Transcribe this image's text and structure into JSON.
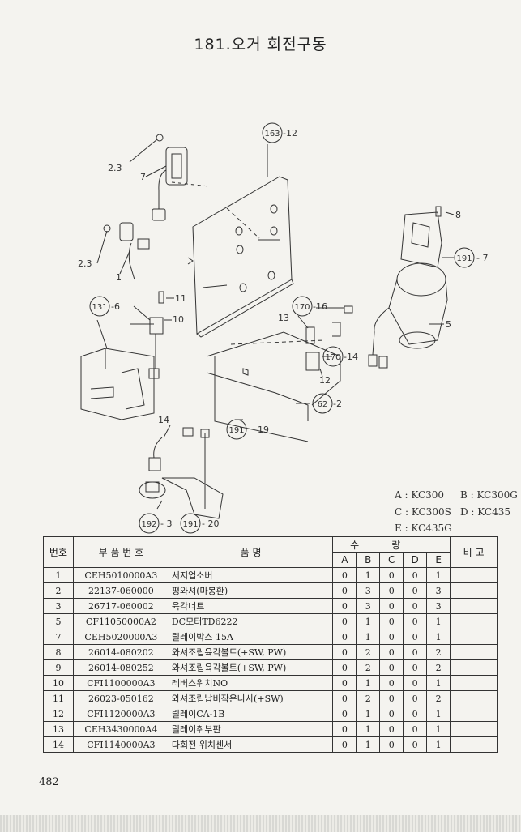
{
  "title": "181.오거 회전구동",
  "callouts": {
    "c1": "2.3",
    "c2": "7",
    "c3": "2.3",
    "c4": "1",
    "c5_circle": "163",
    "c5_suffix": "-12",
    "c6": "8",
    "c7_circle": "191",
    "c7_suffix": "- 7",
    "c8_circle": "131",
    "c8_suffix": "-6",
    "c9": "11",
    "c10": "10",
    "c11_circle": "170",
    "c11_suffix": "-16",
    "c12": "13",
    "c13_circle": "170",
    "c13_suffix": "-14",
    "c14": "12",
    "c15": "5",
    "c16_circle": "62",
    "c16_suffix": "-2",
    "c17": "14",
    "c18_circle": "191",
    "c18_suffix": "19",
    "c19_circle": "192",
    "c19_suffix": "- 3",
    "c20_circle": "191",
    "c20_suffix": "- 20"
  },
  "legend": {
    "a": "A : KC300",
    "b": "B : KC300G",
    "c": "C : KC300S",
    "d": "D : KC435",
    "e": "E : KC435G"
  },
  "table": {
    "headers": {
      "no": "번호",
      "part_no": "부 품 번 호",
      "name": "품 명",
      "qty_1": "수",
      "qty_2": "량",
      "remark": "비 고"
    },
    "qty_cols": [
      "A",
      "B",
      "C",
      "D",
      "E"
    ],
    "rows": [
      {
        "no": "1",
        "part": "CEH5010000A3",
        "name": "서지업소버",
        "a": "0",
        "b": "1",
        "c": "0",
        "d": "0",
        "e": "1"
      },
      {
        "no": "2",
        "part": "22137-060000",
        "name": "평와셔(마봉환)",
        "a": "0",
        "b": "3",
        "c": "0",
        "d": "0",
        "e": "3"
      },
      {
        "no": "3",
        "part": "26717-060002",
        "name": "육각너트",
        "a": "0",
        "b": "3",
        "c": "0",
        "d": "0",
        "e": "3"
      },
      {
        "no": "5",
        "part": "CF11050000A2",
        "name": "DC모터TD6222",
        "a": "0",
        "b": "1",
        "c": "0",
        "d": "0",
        "e": "1"
      },
      {
        "no": "7",
        "part": "CEH5020000A3",
        "name": "릴레이박스 15A",
        "a": "0",
        "b": "1",
        "c": "0",
        "d": "0",
        "e": "1"
      },
      {
        "no": "8",
        "part": "26014-080202",
        "name": "와셔조립육각볼트(+SW, PW)",
        "a": "0",
        "b": "2",
        "c": "0",
        "d": "0",
        "e": "2"
      },
      {
        "no": "9",
        "part": "26014-080252",
        "name": "와셔조립육각볼트(+SW, PW)",
        "a": "0",
        "b": "2",
        "c": "0",
        "d": "0",
        "e": "2"
      },
      {
        "no": "10",
        "part": "CFI1100000A3",
        "name": "레버스위치NO",
        "a": "0",
        "b": "1",
        "c": "0",
        "d": "0",
        "e": "1"
      },
      {
        "no": "11",
        "part": "26023-050162",
        "name": "와셔조립납비작은나사(+SW)",
        "a": "0",
        "b": "2",
        "c": "0",
        "d": "0",
        "e": "2"
      },
      {
        "no": "12",
        "part": "CFI1120000A3",
        "name": "릴레이CA-1B",
        "a": "0",
        "b": "1",
        "c": "0",
        "d": "0",
        "e": "1"
      },
      {
        "no": "13",
        "part": "CEH3430000A4",
        "name": "릴레이취부판",
        "a": "0",
        "b": "1",
        "c": "0",
        "d": "0",
        "e": "1"
      },
      {
        "no": "14",
        "part": "CFI1140000A3",
        "name": "다회전 위치센서",
        "a": "0",
        "b": "1",
        "c": "0",
        "d": "0",
        "e": "1"
      }
    ]
  },
  "page_number": "482"
}
